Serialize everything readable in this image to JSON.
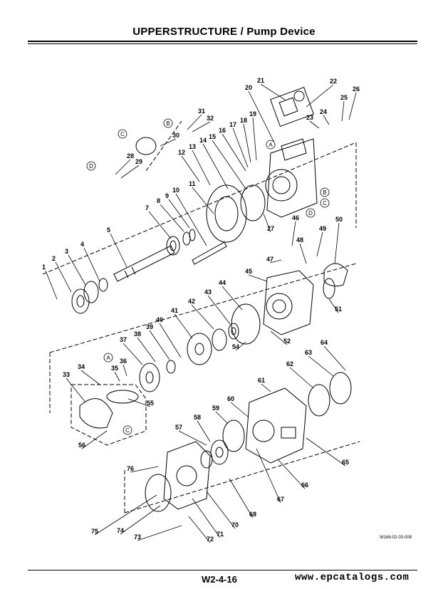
{
  "header": {
    "title": "UPPERSTRUCTURE / Pump Device"
  },
  "footer": {
    "page_number": "W2-4-16",
    "website": "www.epcatalogs.com"
  },
  "figure": {
    "code": "W166-02-03-008",
    "callouts": [
      "1",
      "2",
      "3",
      "4",
      "5",
      "7",
      "8",
      "9",
      "10",
      "11",
      "12",
      "13",
      "14",
      "15",
      "16",
      "17",
      "18",
      "19",
      "20",
      "21",
      "22",
      "23",
      "24",
      "25",
      "26",
      "27",
      "28",
      "29",
      "30",
      "31",
      "32",
      "33",
      "34",
      "35",
      "36",
      "37",
      "38",
      "39",
      "40",
      "41",
      "42",
      "43",
      "44",
      "45",
      "46",
      "47",
      "48",
      "49",
      "50",
      "51",
      "52",
      "54",
      "55",
      "56",
      "57",
      "58",
      "59",
      "60",
      "61",
      "62",
      "63",
      "64",
      "65",
      "66",
      "67",
      "68",
      "70",
      "71",
      "72",
      "73",
      "74",
      "75",
      "76"
    ],
    "reference_marks": [
      "A",
      "B",
      "C",
      "D"
    ]
  }
}
